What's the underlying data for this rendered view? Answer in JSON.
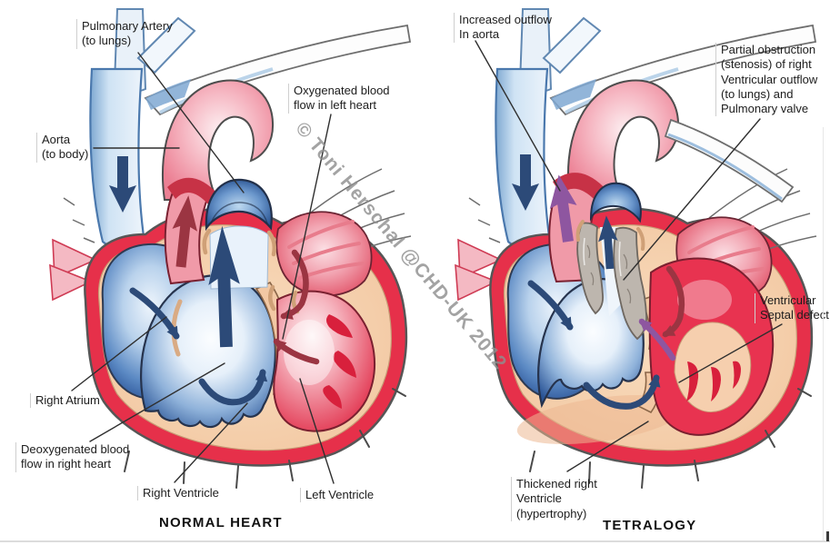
{
  "watermark": "© Toni Herschal @CHD-UK 2012",
  "panels": {
    "normal": {
      "caption": "NORMAL HEART",
      "labels": {
        "pulmonary_artery": "Pulmonary Artery\n(to lungs)",
        "aorta": "Aorta\n(to body)",
        "oxygenated_flow": "Oxygenated blood\nflow in left heart",
        "right_atrium": "Right Atrium",
        "deoxygenated_flow": "Deoxygenated blood\nflow in right heart",
        "right_ventricle": "Right Ventricle",
        "left_ventricle": "Left Ventricle"
      }
    },
    "tetralogy": {
      "caption": "TETRALOGY",
      "labels": {
        "increased_outflow": "Increased outflow\nIn aorta",
        "partial_obstruction": "Partial obstruction\n(stenosis) of right\nVentricular outflow\n(to lungs) and\nPulmonary valve",
        "ventricular_septal_defect": "Ventricular\nSeptal defect",
        "thickened_right_ventricle": "Thickened right\nVentricle\n(hypertrophy)"
      }
    }
  },
  "colors": {
    "artery_red": "#e6304a",
    "vein_blue": "#2d5a9e",
    "chamber_peach": "#f5cdab",
    "arrow_navy": "#2c4a78",
    "arrow_dark_red": "#9b3542",
    "arrow_purple": "#8e56a0",
    "stenosis_gray": "#bdb6ae",
    "label_text": "#1c1c1c",
    "watermark_gray": "#8f8f8f"
  }
}
